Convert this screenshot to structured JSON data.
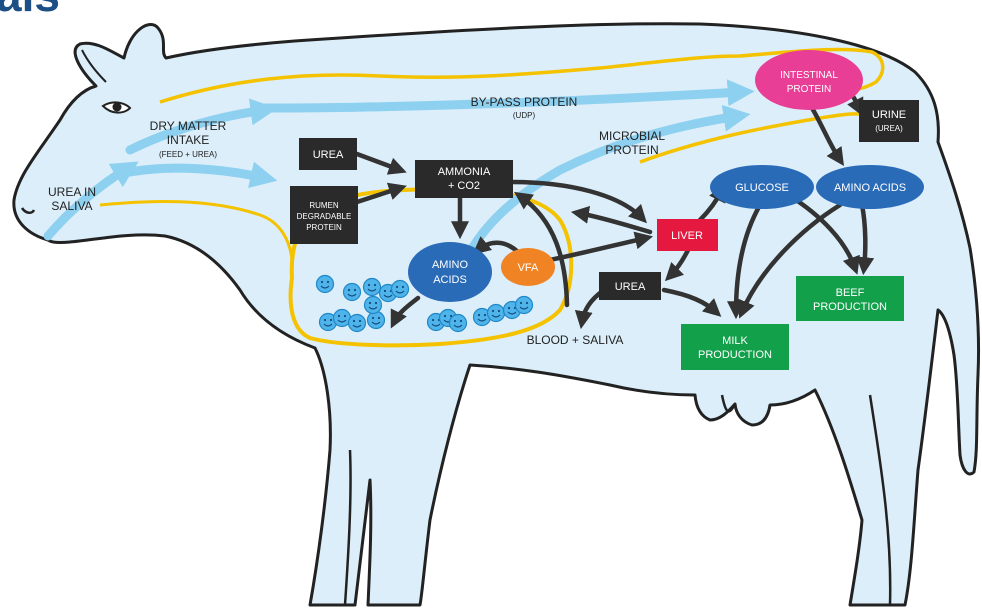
{
  "title_fragment": "als",
  "labels": {
    "urea_saliva": [
      "UREA IN",
      "SALIVA"
    ],
    "dry_matter": [
      "DRY MATTER",
      "INTAKE"
    ],
    "dry_matter_sub": "(FEED + UREA)",
    "bypass": "BY-PASS PROTEIN",
    "bypass_sub": "(UDP)",
    "microbial": [
      "MICROBIAL",
      "PROTEIN"
    ],
    "blood_saliva": "BLOOD + SALIVA"
  },
  "boxes": {
    "urea_top": "UREA",
    "rdp": [
      "RUMEN",
      "DEGRADABLE",
      "PROTEIN"
    ],
    "ammonia": [
      "AMMONIA",
      "+ CO2"
    ],
    "liver": "LIVER",
    "urea_mid": "UREA",
    "urine": "URINE",
    "urine_sub": "(UREA)",
    "milk": [
      "MILK",
      "PRODUCTION"
    ],
    "beef": [
      "BEEF",
      "PRODUCTION"
    ]
  },
  "ellipses": {
    "intestinal": [
      "INTESTINAL",
      "PROTEIN"
    ],
    "glucose": "GLUCOSE",
    "amino_right": "AMINO ACIDS",
    "amino_rumen": [
      "AMINO",
      "ACIDS"
    ],
    "vfa": "VFA"
  },
  "colors": {
    "body": "#dbeefa",
    "outline": "#222222",
    "yellow": "#f5c200",
    "flow": "#8ed0ef",
    "dark_box": "#2a2a2a",
    "blue": "#2a6bb8",
    "pink": "#e83e95",
    "red": "#e5193f",
    "green": "#13a04a",
    "orange": "#f08324",
    "microbe": "#4fb4ea"
  }
}
